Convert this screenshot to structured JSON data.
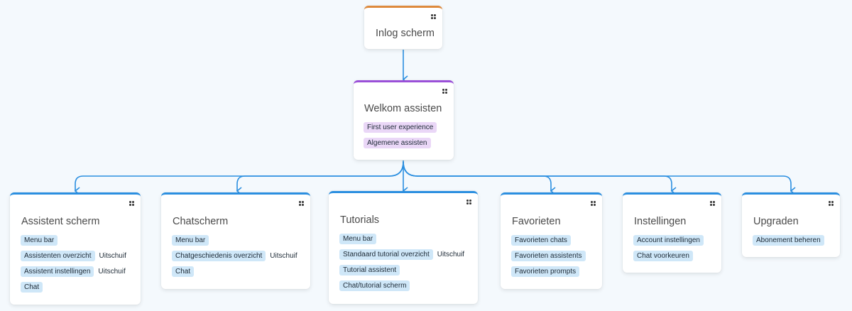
{
  "colors": {
    "background": "#f4f9fd",
    "connector": "#2b8fe0",
    "accent_orange": "#de8a3c",
    "accent_purple": "#9a4fd8",
    "accent_blue": "#2b8fe0",
    "tag_blue": "#cfe7f8",
    "tag_purple": "#ead7f7"
  },
  "cards": {
    "login": {
      "title": "Inlog scherm"
    },
    "welcome": {
      "title": "Welkom assisten",
      "tags": [
        "First user experience",
        "Algemene assisten"
      ]
    },
    "assistent": {
      "title": "Assistent scherm",
      "rows": [
        {
          "tag": "Menu bar"
        },
        {
          "tag": "Assistenten overzicht",
          "note": "Uitschuif"
        },
        {
          "tag": "Assistent instellingen",
          "note": "Uitschuif"
        },
        {
          "tag": "Chat"
        }
      ]
    },
    "chatscherm": {
      "title": "Chatscherm",
      "rows": [
        {
          "tag": "Menu bar"
        },
        {
          "tag": "Chatgeschiedenis overzicht",
          "note": "Uitschuif"
        },
        {
          "tag": "Chat"
        }
      ]
    },
    "tutorials": {
      "title": "Tutorials",
      "rows": [
        {
          "tag": "Menu bar"
        },
        {
          "tag": "Standaard tutorial overzicht",
          "note": "Uitschuif"
        },
        {
          "tag": "Tutorial assistent"
        },
        {
          "tag": "Chat/tutorial scherm"
        }
      ]
    },
    "favorieten": {
      "title": "Favorieten",
      "rows": [
        {
          "tag": "Favorieten chats"
        },
        {
          "tag": "Favorieten assistents"
        },
        {
          "tag": "Favorieten prompts"
        }
      ]
    },
    "instellingen": {
      "title": "Instellingen",
      "rows": [
        {
          "tag": "Account instellingen"
        },
        {
          "tag": "Chat voorkeuren"
        }
      ]
    },
    "upgraden": {
      "title": "Upgraden",
      "rows": [
        {
          "tag": "Abonement beheren"
        }
      ]
    }
  }
}
